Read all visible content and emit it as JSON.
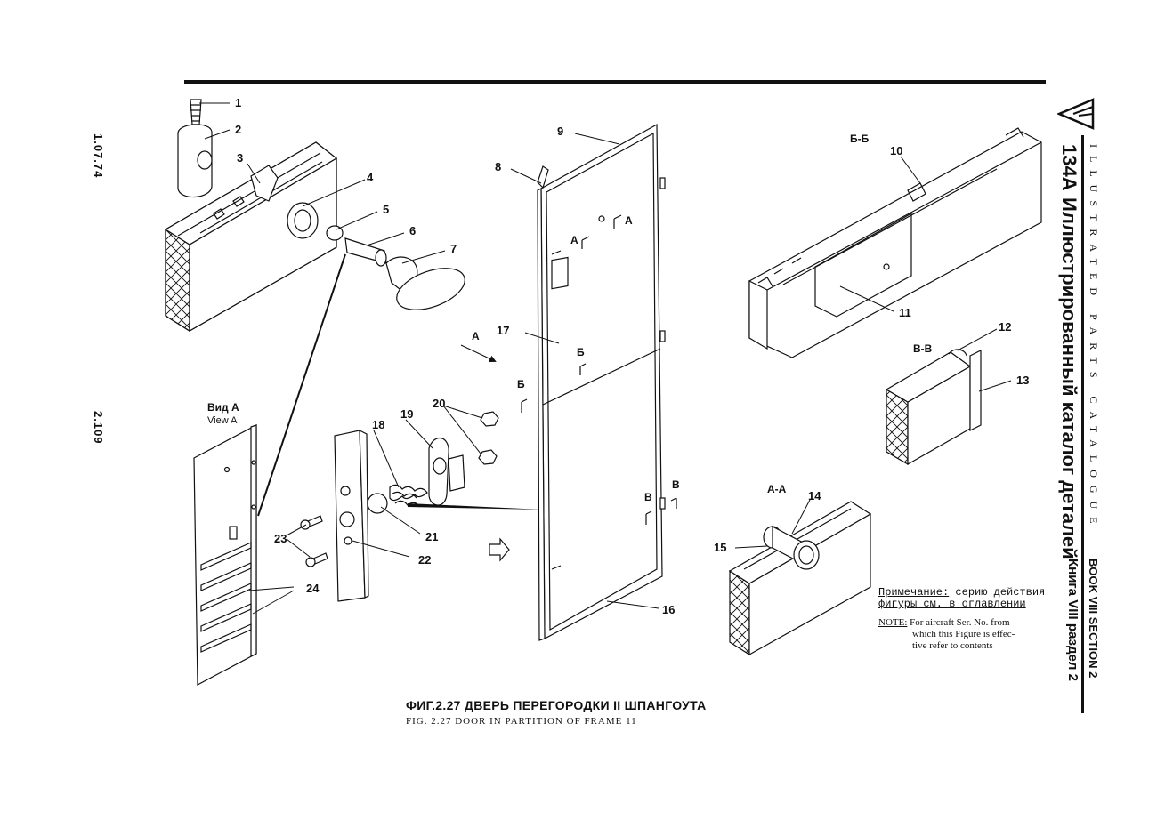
{
  "page": {
    "side_date": "1.07.74",
    "side_page_number": "2.109"
  },
  "binding": {
    "model": "134A",
    "title_ru": "Иллюстрированный каталог деталей",
    "title_en": "ILLUSTRATED PARTS CATALOGUE",
    "book_ru": "Книга VIII раздел 2",
    "book_en": "BOOK VIII SECTION 2",
    "logo_icon": "manufacturer-logo-icon"
  },
  "figure": {
    "caption_ru": "ФИГ.2.27 ДВЕРЬ ПЕРЕГОРОДКИ II ШПАНГОУТА",
    "caption_en": "FIG. 2.27 DOOR IN PARTITION OF FRAME 11"
  },
  "note": {
    "ru_label": "Примечание:",
    "ru_text_1": " серию действия",
    "ru_text_2": "фигуры см. в оглавлении",
    "en_label": "NOTE:",
    "en_text_1": " For aircraft Ser. No. from",
    "en_text_2": "which this Figure is effec-",
    "en_text_3": "tive refer to contents"
  },
  "views": {
    "view_a_ru": "Вид А",
    "view_a_en": "View A",
    "section_bb": "Б-Б",
    "section_vv": "В-В",
    "section_aa": "А-А",
    "mark_a": "А",
    "mark_b": "Б",
    "mark_v": "В"
  },
  "callouts": [
    "1",
    "2",
    "3",
    "4",
    "5",
    "6",
    "7",
    "8",
    "9",
    "10",
    "11",
    "12",
    "13",
    "14",
    "15",
    "16",
    "17",
    "18",
    "19",
    "20",
    "21",
    "22",
    "23",
    "24"
  ]
}
